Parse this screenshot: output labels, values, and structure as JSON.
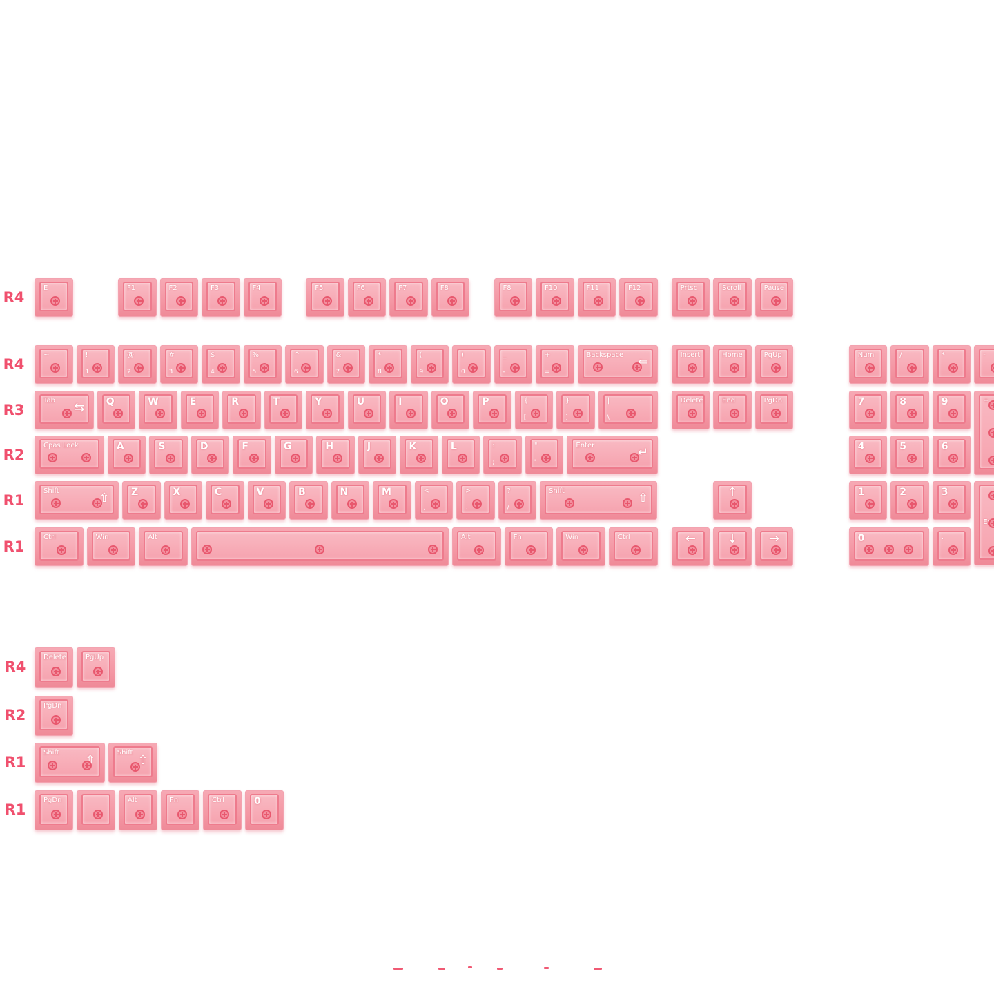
{
  "colors": {
    "label": "#f0506e",
    "key": "#f59fab",
    "stem": "#e8586e"
  },
  "row_labels": [
    {
      "text": "R4",
      "row": 1
    },
    {
      "text": "R4",
      "row": 2
    },
    {
      "text": "R3",
      "row": 3
    },
    {
      "text": "R2",
      "row": 4
    },
    {
      "text": "R1",
      "row": 5
    },
    {
      "text": "R1",
      "row": 6
    },
    {
      "text": "R4",
      "row": 7
    },
    {
      "text": "R2",
      "row": 8
    },
    {
      "text": "R1",
      "row": 9
    },
    {
      "text": "R1",
      "row": 10
    }
  ],
  "keys": [
    {
      "id": "esc",
      "row": 1,
      "col": 0,
      "w": 1,
      "top": "E",
      "bot": ""
    },
    {
      "id": "f1",
      "row": 1,
      "col": 2,
      "w": 1,
      "top": "F1",
      "bot": ""
    },
    {
      "id": "f2",
      "row": 1,
      "col": 3,
      "w": 1,
      "top": "F2",
      "bot": ""
    },
    {
      "id": "f3",
      "row": 1,
      "col": 4,
      "w": 1,
      "top": "F3",
      "bot": ""
    },
    {
      "id": "f4",
      "row": 1,
      "col": 5,
      "w": 1,
      "top": "F4",
      "bot": ""
    },
    {
      "id": "f5",
      "row": 1,
      "col": 6.5,
      "w": 1,
      "top": "F5",
      "bot": ""
    },
    {
      "id": "f6",
      "row": 1,
      "col": 7.5,
      "w": 1,
      "top": "F6",
      "bot": ""
    },
    {
      "id": "f7",
      "row": 1,
      "col": 8.5,
      "w": 1,
      "top": "F7",
      "bot": ""
    },
    {
      "id": "f8a",
      "row": 1,
      "col": 9.5,
      "w": 1,
      "top": "F8",
      "bot": ""
    },
    {
      "id": "f8b",
      "row": 1,
      "col": 11,
      "w": 1,
      "top": "F8",
      "bot": ""
    },
    {
      "id": "f10",
      "row": 1,
      "col": 12,
      "w": 1,
      "top": "F10",
      "bot": ""
    },
    {
      "id": "f11",
      "row": 1,
      "col": 13,
      "w": 1,
      "top": "F11",
      "bot": ""
    },
    {
      "id": "f12",
      "row": 1,
      "col": 14,
      "w": 1,
      "top": "F12",
      "bot": ""
    },
    {
      "id": "prtsc",
      "row": 1,
      "col": 15.25,
      "w": 1,
      "top": "Prtsc",
      "bot": ""
    },
    {
      "id": "scroll",
      "row": 1,
      "col": 16.25,
      "w": 1,
      "top": "Scroll",
      "bot": ""
    },
    {
      "id": "pause",
      "row": 1,
      "col": 17.25,
      "w": 1,
      "top": "Pause",
      "bot": ""
    },
    {
      "id": "grave",
      "row": 2,
      "col": 0,
      "w": 1,
      "top": "~",
      "bot": ""
    },
    {
      "id": "n1",
      "row": 2,
      "col": 1,
      "w": 1,
      "top": "!",
      "bot": "1"
    },
    {
      "id": "n2",
      "row": 2,
      "col": 2,
      "w": 1,
      "top": "@",
      "bot": "2"
    },
    {
      "id": "n3",
      "row": 2,
      "col": 3,
      "w": 1,
      "top": "#",
      "bot": "3"
    },
    {
      "id": "n4",
      "row": 2,
      "col": 4,
      "w": 1,
      "top": "$",
      "bot": "4"
    },
    {
      "id": "n5",
      "row": 2,
      "col": 5,
      "w": 1,
      "top": "%",
      "bot": "5"
    },
    {
      "id": "n6",
      "row": 2,
      "col": 6,
      "w": 1,
      "top": "^",
      "bot": "6"
    },
    {
      "id": "n7",
      "row": 2,
      "col": 7,
      "w": 1,
      "top": "&",
      "bot": "7"
    },
    {
      "id": "n8",
      "row": 2,
      "col": 8,
      "w": 1,
      "top": "*",
      "bot": "8"
    },
    {
      "id": "n9",
      "row": 2,
      "col": 9,
      "w": 1,
      "top": "(",
      "bot": "9"
    },
    {
      "id": "n0",
      "row": 2,
      "col": 10,
      "w": 1,
      "top": ")",
      "bot": "0"
    },
    {
      "id": "minus",
      "row": 2,
      "col": 11,
      "w": 1,
      "top": "_",
      "bot": "-"
    },
    {
      "id": "equal",
      "row": 2,
      "col": 12,
      "w": 1,
      "top": "+",
      "bot": "="
    },
    {
      "id": "backspace",
      "row": 2,
      "col": 13,
      "w": 2,
      "top": "Backspace",
      "bot": "",
      "arrow": "⇐"
    },
    {
      "id": "insert",
      "row": 2,
      "col": 15.25,
      "w": 1,
      "top": "Insert",
      "bot": ""
    },
    {
      "id": "home",
      "row": 2,
      "col": 16.25,
      "w": 1,
      "top": "Home",
      "bot": ""
    },
    {
      "id": "pgup",
      "row": 2,
      "col": 17.25,
      "w": 1,
      "top": "PgUp",
      "bot": ""
    },
    {
      "id": "num",
      "row": 2,
      "col": 19.5,
      "w": 1,
      "top": "Num",
      "bot": ""
    },
    {
      "id": "kp_slash",
      "row": 2,
      "col": 20.5,
      "w": 1,
      "top": "/",
      "bot": ""
    },
    {
      "id": "kp_star",
      "row": 2,
      "col": 21.5,
      "w": 1,
      "top": "*",
      "bot": ""
    },
    {
      "id": "kp_minus",
      "row": 2,
      "col": 22.5,
      "w": 1,
      "top": "-",
      "bot": ""
    },
    {
      "id": "tab",
      "row": 3,
      "col": 0,
      "w": 1.5,
      "top": "Tab",
      "bot": "",
      "arrow": "⇆"
    },
    {
      "id": "q",
      "row": 3,
      "col": 1.5,
      "w": 1,
      "top": "Q",
      "bot": "",
      "big": true
    },
    {
      "id": "w",
      "row": 3,
      "col": 2.5,
      "w": 1,
      "top": "W",
      "bot": "",
      "big": true
    },
    {
      "id": "e",
      "row": 3,
      "col": 3.5,
      "w": 1,
      "top": "E",
      "bot": "",
      "big": true
    },
    {
      "id": "r",
      "row": 3,
      "col": 4.5,
      "w": 1,
      "top": "R",
      "bot": "",
      "big": true
    },
    {
      "id": "t",
      "row": 3,
      "col": 5.5,
      "w": 1,
      "top": "T",
      "bot": "",
      "big": true
    },
    {
      "id": "y",
      "row": 3,
      "col": 6.5,
      "w": 1,
      "top": "Y",
      "bot": "",
      "big": true
    },
    {
      "id": "u",
      "row": 3,
      "col": 7.5,
      "w": 1,
      "top": "U",
      "bot": "",
      "big": true
    },
    {
      "id": "i",
      "row": 3,
      "col": 8.5,
      "w": 1,
      "top": "I",
      "bot": "",
      "big": true
    },
    {
      "id": "o",
      "row": 3,
      "col": 9.5,
      "w": 1,
      "top": "O",
      "bot": "",
      "big": true
    },
    {
      "id": "p",
      "row": 3,
      "col": 10.5,
      "w": 1,
      "top": "P",
      "bot": "",
      "big": true
    },
    {
      "id": "lbr",
      "row": 3,
      "col": 11.5,
      "w": 1,
      "top": "{",
      "bot": "["
    },
    {
      "id": "rbr",
      "row": 3,
      "col": 12.5,
      "w": 1,
      "top": "}",
      "bot": "]"
    },
    {
      "id": "bslash",
      "row": 3,
      "col": 13.5,
      "w": 1.5,
      "top": "|",
      "bot": "\\"
    },
    {
      "id": "delete",
      "row": 3,
      "col": 15.25,
      "w": 1,
      "top": "Delete",
      "bot": ""
    },
    {
      "id": "end",
      "row": 3,
      "col": 16.25,
      "w": 1,
      "top": "End",
      "bot": ""
    },
    {
      "id": "pgdn",
      "row": 3,
      "col": 17.25,
      "w": 1,
      "top": "PgDn",
      "bot": ""
    },
    {
      "id": "kp7",
      "row": 3,
      "col": 19.5,
      "w": 1,
      "top": "7",
      "bot": "",
      "big": true
    },
    {
      "id": "kp8",
      "row": 3,
      "col": 20.5,
      "w": 1,
      "top": "8",
      "bot": "",
      "big": true
    },
    {
      "id": "kp9",
      "row": 3,
      "col": 21.5,
      "w": 1,
      "top": "9",
      "bot": "",
      "big": true
    },
    {
      "id": "kp_plus",
      "row": 3,
      "col": 22.5,
      "w": 1,
      "h": 2,
      "top": "+",
      "bot": ""
    },
    {
      "id": "caps",
      "row": 4,
      "col": 0,
      "w": 1.75,
      "top": "Cpas Lock",
      "bot": ""
    },
    {
      "id": "a",
      "row": 4,
      "col": 1.75,
      "w": 1,
      "top": "A",
      "bot": "",
      "big": true
    },
    {
      "id": "s",
      "row": 4,
      "col": 2.75,
      "w": 1,
      "top": "S",
      "bot": "",
      "big": true
    },
    {
      "id": "d",
      "row": 4,
      "col": 3.75,
      "w": 1,
      "top": "D",
      "bot": "",
      "big": true
    },
    {
      "id": "f",
      "row": 4,
      "col": 4.75,
      "w": 1,
      "top": "F",
      "bot": "",
      "big": true
    },
    {
      "id": "g",
      "row": 4,
      "col": 5.75,
      "w": 1,
      "top": "G",
      "bot": "",
      "big": true
    },
    {
      "id": "h",
      "row": 4,
      "col": 6.75,
      "w": 1,
      "top": "H",
      "bot": "",
      "big": true
    },
    {
      "id": "j",
      "row": 4,
      "col": 7.75,
      "w": 1,
      "top": "J",
      "bot": "",
      "big": true
    },
    {
      "id": "k",
      "row": 4,
      "col": 8.75,
      "w": 1,
      "top": "K",
      "bot": "",
      "big": true
    },
    {
      "id": "l",
      "row": 4,
      "col": 9.75,
      "w": 1,
      "top": "L",
      "bot": "",
      "big": true
    },
    {
      "id": "semi",
      "row": 4,
      "col": 10.75,
      "w": 1,
      "top": ":",
      "bot": ";"
    },
    {
      "id": "quote",
      "row": 4,
      "col": 11.75,
      "w": 1,
      "top": "\"",
      "bot": "'"
    },
    {
      "id": "enter",
      "row": 4,
      "col": 12.75,
      "w": 2.25,
      "top": "Enter",
      "bot": "",
      "arrow": "↵"
    },
    {
      "id": "kp4",
      "row": 4,
      "col": 19.5,
      "w": 1,
      "top": "4",
      "bot": "",
      "big": true
    },
    {
      "id": "kp5",
      "row": 4,
      "col": 20.5,
      "w": 1,
      "top": "5",
      "bot": "",
      "big": true
    },
    {
      "id": "kp6",
      "row": 4,
      "col": 21.5,
      "w": 1,
      "top": "6",
      "bot": "",
      "big": true
    },
    {
      "id": "lshift",
      "row": 5,
      "col": 0,
      "w": 2.1,
      "top": "Shift",
      "bot": "",
      "arrow": "⇧"
    },
    {
      "id": "z",
      "row": 5,
      "col": 2.1,
      "w": 1,
      "top": "Z",
      "bot": "",
      "big": true
    },
    {
      "id": "x",
      "row": 5,
      "col": 3.1,
      "w": 1,
      "top": "X",
      "bot": "",
      "big": true
    },
    {
      "id": "c",
      "row": 5,
      "col": 4.1,
      "w": 1,
      "top": "C",
      "bot": "",
      "big": true
    },
    {
      "id": "v",
      "row": 5,
      "col": 5.1,
      "w": 1,
      "top": "V",
      "bot": "",
      "big": true
    },
    {
      "id": "b",
      "row": 5,
      "col": 6.1,
      "w": 1,
      "top": "B",
      "bot": "",
      "big": true
    },
    {
      "id": "n",
      "row": 5,
      "col": 7.1,
      "w": 1,
      "top": "N",
      "bot": "",
      "big": true
    },
    {
      "id": "m",
      "row": 5,
      "col": 8.1,
      "w": 1,
      "top": "M",
      "bot": "",
      "big": true
    },
    {
      "id": "comma",
      "row": 5,
      "col": 9.1,
      "w": 1,
      "top": "<",
      "bot": ","
    },
    {
      "id": "period",
      "row": 5,
      "col": 10.1,
      "w": 1,
      "top": ">",
      "bot": "."
    },
    {
      "id": "slash",
      "row": 5,
      "col": 11.1,
      "w": 1,
      "top": "?",
      "bot": "/"
    },
    {
      "id": "rshift",
      "row": 5,
      "col": 12.1,
      "w": 2.9,
      "top": "Shift",
      "bot": "",
      "arrow": "⇧"
    },
    {
      "id": "up",
      "row": 5,
      "col": 16.25,
      "w": 1,
      "top": "",
      "bot": "",
      "arrow": "↑"
    },
    {
      "id": "kp1",
      "row": 5,
      "col": 19.5,
      "w": 1,
      "top": "1",
      "bot": "",
      "big": true
    },
    {
      "id": "kp2",
      "row": 5,
      "col": 20.5,
      "w": 1,
      "top": "2",
      "bot": "",
      "big": true
    },
    {
      "id": "kp3",
      "row": 5,
      "col": 21.5,
      "w": 1,
      "top": "3",
      "bot": "",
      "big": true
    },
    {
      "id": "kp_enter",
      "row": 5,
      "col": 22.5,
      "w": 1,
      "h": 2,
      "top": "",
      "bot": "",
      "side": "Enter"
    },
    {
      "id": "lctrl",
      "row": 6,
      "col": 0,
      "w": 1.25,
      "top": "Ctrl",
      "bot": ""
    },
    {
      "id": "lwin",
      "row": 6,
      "col": 1.25,
      "w": 1.25,
      "top": "Win",
      "bot": ""
    },
    {
      "id": "lalt",
      "row": 6,
      "col": 2.5,
      "w": 1.25,
      "top": "Alt",
      "bot": ""
    },
    {
      "id": "space",
      "row": 6,
      "col": 3.75,
      "w": 6.25,
      "top": "",
      "bot": "",
      "stems": 3
    },
    {
      "id": "ralt",
      "row": 6,
      "col": 10,
      "w": 1.25,
      "top": "Alt",
      "bot": ""
    },
    {
      "id": "fn",
      "row": 6,
      "col": 11.25,
      "w": 1.25,
      "top": "Fn",
      "bot": ""
    },
    {
      "id": "rwin",
      "row": 6,
      "col": 12.5,
      "w": 1.25,
      "top": "Win",
      "bot": ""
    },
    {
      "id": "rctrl",
      "row": 6,
      "col": 13.75,
      "w": 1.25,
      "top": "Ctrl",
      "bot": ""
    },
    {
      "id": "left",
      "row": 6,
      "col": 15.25,
      "w": 1,
      "top": "",
      "bot": "",
      "arrow": "←"
    },
    {
      "id": "down",
      "row": 6,
      "col": 16.25,
      "w": 1,
      "top": "",
      "bot": "",
      "arrow": "↓"
    },
    {
      "id": "right",
      "row": 6,
      "col": 17.25,
      "w": 1,
      "top": "",
      "bot": "",
      "arrow": "→"
    },
    {
      "id": "kp0",
      "row": 6,
      "col": 19.5,
      "w": 2,
      "top": "0",
      "bot": "",
      "big": true,
      "stems": 3
    },
    {
      "id": "kp_dot",
      "row": 6,
      "col": 21.5,
      "w": 1,
      "top": ".",
      "bot": ""
    },
    {
      "id": "x_delete",
      "row": 7,
      "col": 0,
      "w": 1,
      "top": "Delete",
      "bot": ""
    },
    {
      "id": "x_pgup",
      "row": 7,
      "col": 1,
      "w": 1,
      "top": "PgUp",
      "bot": ""
    },
    {
      "id": "x_pgdn",
      "row": 8,
      "col": 0,
      "w": 1,
      "top": "PgDn",
      "bot": ""
    },
    {
      "id": "x_shift1",
      "row": 9,
      "col": 0,
      "w": 1.75,
      "top": "Shift",
      "bot": "",
      "arrow": "⇧"
    },
    {
      "id": "x_shift2",
      "row": 9,
      "col": 1.75,
      "w": 1.25,
      "top": "Shift",
      "bot": "",
      "arrow": "⇧"
    },
    {
      "id": "x_pgdn2",
      "row": 10,
      "col": 0,
      "w": 1,
      "top": "PgDn",
      "bot": ""
    },
    {
      "id": "x_blank",
      "row": 10,
      "col": 1,
      "w": 1,
      "top": "",
      "bot": ""
    },
    {
      "id": "x_alt",
      "row": 10,
      "col": 2,
      "w": 1,
      "top": "Alt",
      "bot": ""
    },
    {
      "id": "x_fn",
      "row": 10,
      "col": 3,
      "w": 1,
      "top": "Fn",
      "bot": ""
    },
    {
      "id": "x_ctrl",
      "row": 10,
      "col": 4,
      "w": 1,
      "top": "Ctrl",
      "bot": ""
    },
    {
      "id": "x_0",
      "row": 10,
      "col": 5,
      "w": 1,
      "top": "0",
      "bot": "",
      "big": true
    }
  ]
}
